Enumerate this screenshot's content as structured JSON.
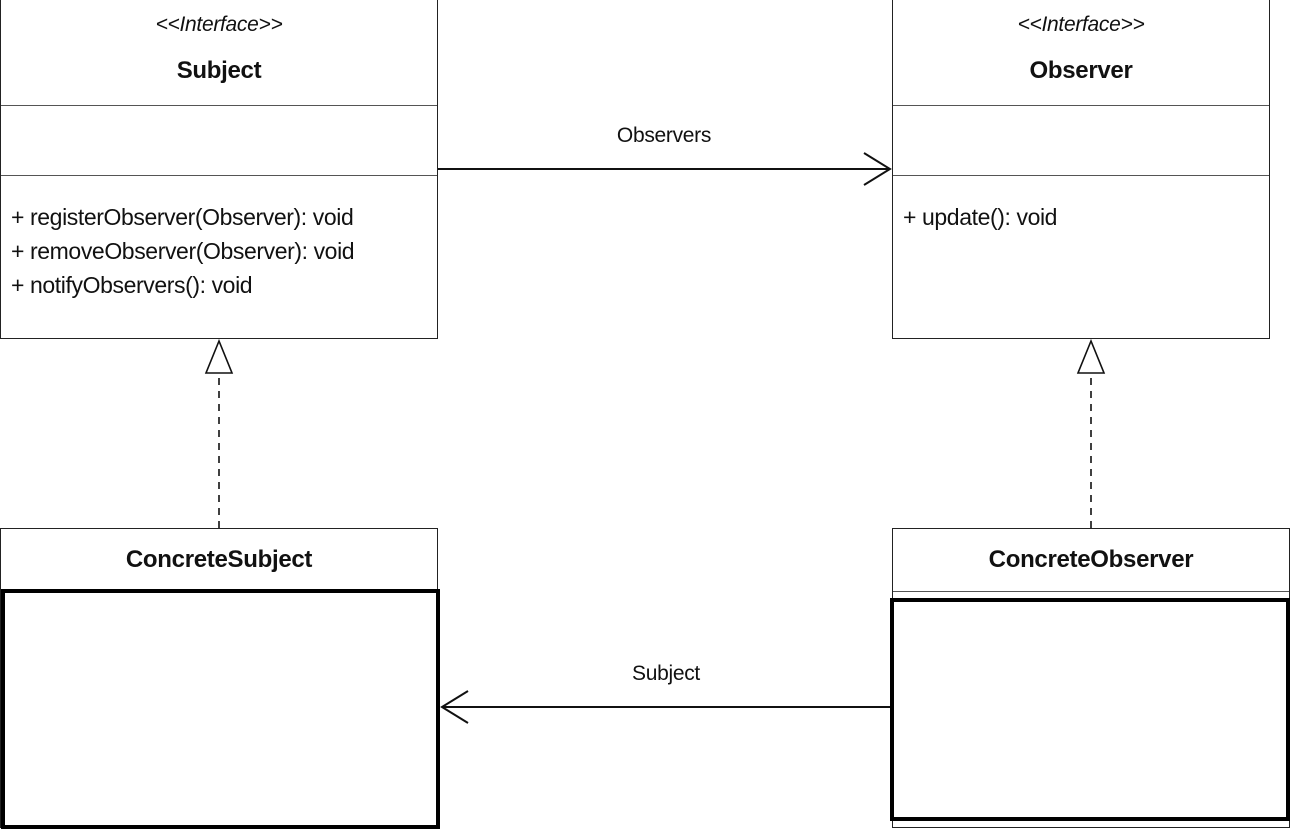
{
  "subject": {
    "stereotype": "<<Interface>>",
    "name": "Subject",
    "methods": [
      "+ registerObserver(Observer): void",
      "+ removeObserver(Observer): void",
      "+ notifyObservers(): void"
    ]
  },
  "observer": {
    "stereotype": "<<Interface>>",
    "name": "Observer",
    "methods": [
      "+ update(): void"
    ]
  },
  "concrete_subject": {
    "name": "ConcreteSubject"
  },
  "concrete_observer": {
    "name": "ConcreteObserver"
  },
  "edges": {
    "observers_label": "Observers",
    "subject_label": "Subject"
  }
}
